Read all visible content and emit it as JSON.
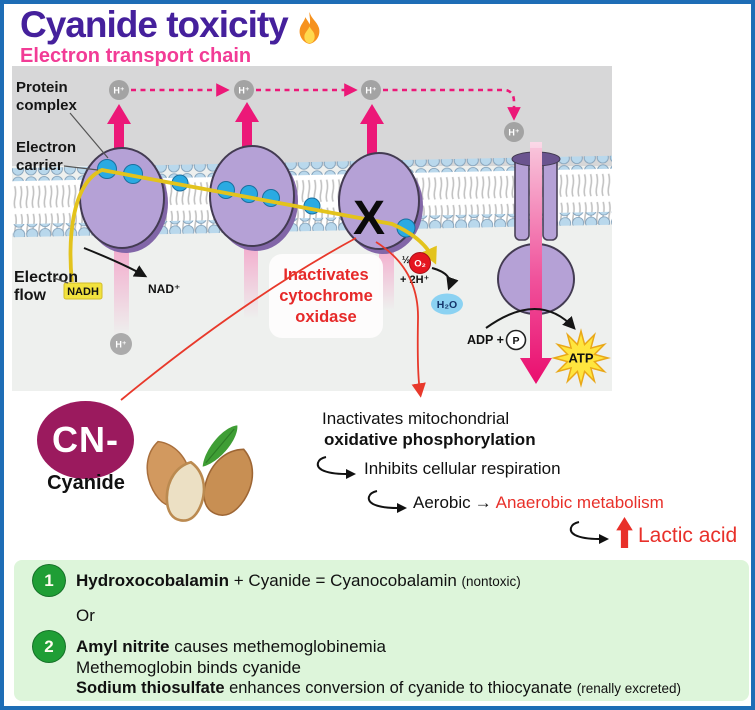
{
  "title": "Cyanide toxicity",
  "subtitle": "Electron transport chain",
  "colors": {
    "border_blue": "#1e6db6",
    "title_purple": "#45209c",
    "subtitle_pink": "#f23c96",
    "arrow_pink": "#ec1878",
    "warning_red": "#e8302a",
    "cyanide_circle": "#9b1a5e",
    "antidote_green": "#1f9e35",
    "antidote_bg": "#ddf5da",
    "nadh_yellow": "#f2e23e",
    "complex_purple": "#b5a1d6"
  },
  "diagram": {
    "protein_complex": [
      "Protein",
      "complex"
    ],
    "electron_carrier": [
      "Electron",
      "carrier"
    ],
    "electron_flow": [
      "Electron",
      "flow"
    ],
    "h_plus": "H⁺",
    "nadh": "NADH",
    "nad_plus": "NAD⁺",
    "x_mark": "X",
    "inactivation_note": [
      "Inactivates",
      "cytochrome",
      "oxidase"
    ],
    "half": "½",
    "o2": "O₂",
    "plus_2h": "+ 2H⁺",
    "h2o": "H₂O",
    "adp": "ADP +",
    "phosphate": "P",
    "atp": "ATP"
  },
  "cyanide": {
    "symbol": "CN-",
    "label": "Cyanide"
  },
  "cascade": {
    "line1": "Inactivates mitochondrial",
    "line2": "oxidative phosphorylation",
    "line3": "Inhibits cellular respiration",
    "aerobic": "Aerobic",
    "arrow": "→",
    "anaerobic": "Anaerobic metabolism",
    "lactic": "Lactic acid"
  },
  "antidotes": {
    "item1": {
      "num": "1",
      "bold": "Hydroxocobalamin",
      "rest": " + Cyanide = Cyanocobalamin ",
      "small": "(nontoxic)"
    },
    "or": "Or",
    "item2": {
      "num": "2",
      "bold": "Amyl nitrite",
      "rest": " causes methemoglobinemia",
      "line2": "Methemoglobin binds cyanide",
      "line3_bold": "Sodium thiosulfate",
      "line3_rest": " enhances conversion of cyanide to thiocyanate ",
      "line3_small": "(renally excreted)"
    }
  }
}
